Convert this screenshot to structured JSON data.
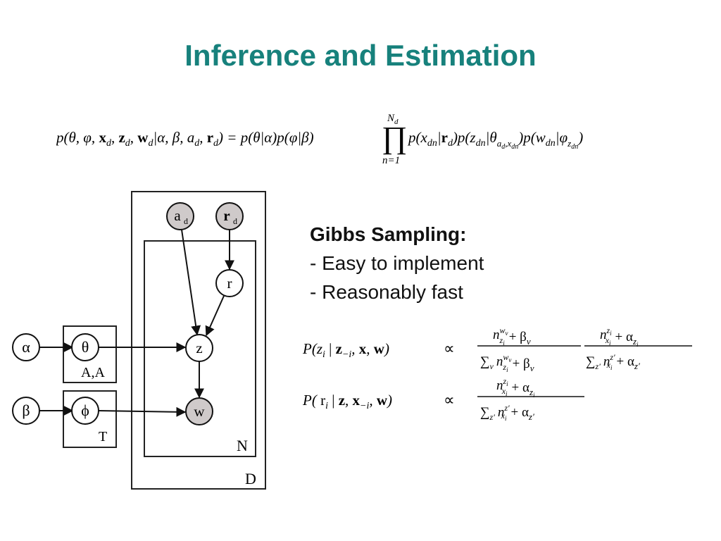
{
  "slide": {
    "title": "Inference and Estimation",
    "joint": {
      "lhs": "p(θ, φ, x",
      "lhs_full": "p(θ, φ, x_d, z_d, w_d | α, β, a_d, r_d) = p(θ|α)p(φ|β)",
      "prod_upper": "N_d",
      "prod_lower": "n=1",
      "rhs_full": "p(x_dn | r_d) p(z_dn | θ_{a_d, x_dn}) p(w_dn | φ_{z_dn})"
    },
    "gibbs": {
      "heading": "Gibbs Sampling:",
      "points": [
        "- Easy to implement",
        "- Reasonably fast"
      ]
    },
    "equations": {
      "z_lhs": "P(z_i | z_−i, x, w)",
      "r_lhs": "P( r_i | z, x_−i, w)",
      "propto": "∝"
    }
  },
  "diagram": {
    "nodes": {
      "alpha": "α",
      "beta": "β",
      "theta": "θ",
      "phi": "ϕ",
      "ad_main": "a",
      "ad_sub": "d",
      "rd_main": "r",
      "rd_sub": "d",
      "r": "r",
      "z": "z",
      "w": "w"
    },
    "plates": {
      "aa": "A,A",
      "t": "T",
      "n": "N",
      "d": "D"
    },
    "colors": {
      "observed_fill": "#cfcaca",
      "latent_fill": "#ffffff",
      "title_color": "#17817c"
    }
  }
}
